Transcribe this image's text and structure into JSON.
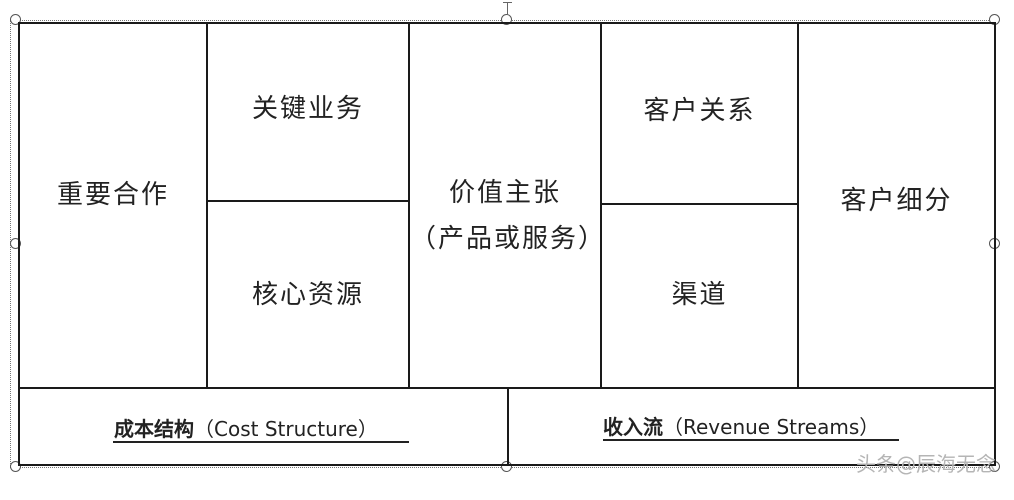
{
  "canvas": {
    "key_partners": "重要合作",
    "key_activities": "关键业务",
    "key_resources": "核心资源",
    "value_proposition_line1": "价值主张",
    "value_proposition_line2": "（产品或服务）",
    "customer_relationships": "客户关系",
    "channels": "渠道",
    "customer_segments": "客户细分",
    "cost_structure_cn": "成本结构",
    "cost_structure_en": "（Cost Structure）",
    "revenue_streams_cn": "收入流",
    "revenue_streams_en": "（Revenue Streams）"
  },
  "watermark": "头条@辰海无念"
}
